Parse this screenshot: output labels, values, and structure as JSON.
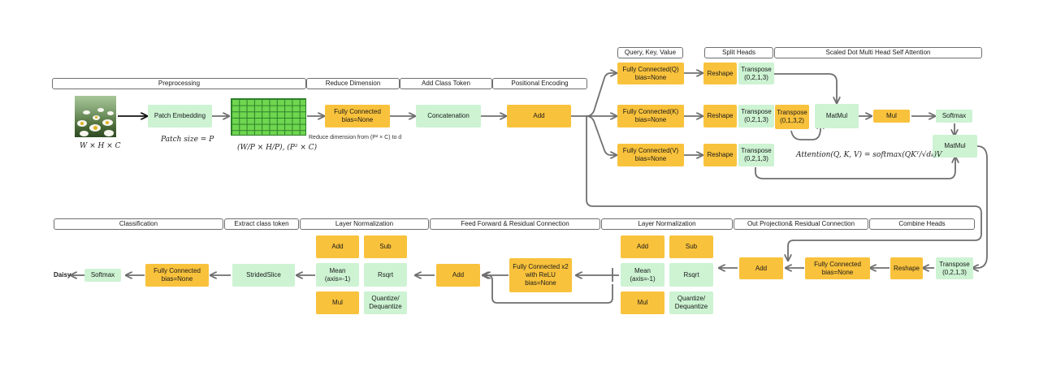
{
  "sections": {
    "preprocessing": "Preprocessing",
    "reduce_dimension": "Reduce Dimension",
    "add_class_token": "Add Class Token",
    "positional_encoding": "Positional Encoding",
    "qkv": "Query, Key, Value",
    "split_heads": "Split Heads",
    "sdmhsa": "Scaled Dot Multi Head Self Attention",
    "classification": "Classification",
    "extract_class_token": "Extract class token",
    "layer_norm_2": "Layer Normalization",
    "ffn_residual": "Feed Forward & Residual Connection",
    "layer_norm_1": "Layer Normalization",
    "out_projection": "Out Projection& Residual Connection",
    "combine_heads": "Combine Heads"
  },
  "nodes": {
    "patch_embedding": "Patch Embedding",
    "fc_reduce": "Fully Connected\nbias=None",
    "concatenation": "Concatenation",
    "add_pos": "Add",
    "fc_q": "Fully Connected(Q)\nbias=None",
    "fc_k": "Fully Connected(K)\nbias=None",
    "fc_v": "Fully Connected(V)\nbias=None",
    "reshape_q": "Reshape",
    "reshape_k": "Reshape",
    "reshape_v": "Reshape",
    "transpose_q": "Transpose\n(0,2,1,3)",
    "transpose_k": "Transpose\n(0,2,1,3)",
    "transpose_v": "Transpose\n(0,2,1,3)",
    "transpose_kt": "Transpose\n(0,1,3,2)",
    "matmul_qk": "MatMul",
    "mul": "Mul",
    "softmax_attn": "Softmax",
    "matmul_v": "MatMul",
    "transpose_combine": "Transpose\n(0,2,1,3)",
    "reshape_combine": "Reshape",
    "fc_out": "Fully Connected\nbias=None",
    "add_out": "Add",
    "ln1_add": "Add",
    "ln1_sub": "Sub",
    "ln1_mean": "Mean\n(axis=-1)",
    "ln1_rsqrt": "Rsqrt",
    "ln1_mul": "Mul",
    "ln1_quant": "Quantize/\nDequantize",
    "fc_ffn": "Fully Connected x2\nwith ReLU\nbias=None",
    "add_ffn": "Add",
    "ln2_add": "Add",
    "ln2_sub": "Sub",
    "ln2_mean": "Mean\n(axis=-1)",
    "ln2_rsqrt": "Rsqrt",
    "ln2_mul": "Mul",
    "ln2_quant": "Quantize/\nDequantize",
    "strided_slice": "StridedSlice",
    "fc_cls": "Fully Connected\nbias=None",
    "softmax_cls": "Softmax"
  },
  "annotations": {
    "input_shape": "W × H × C",
    "patch_size": "Patch size = P",
    "patch_shape": "(W/P × H/P), (P² × C)",
    "reduce_note": "Reduce dimension from (P² × C) to d",
    "attention_formula": "Attention(Q, K, V) = softmax(QKᵀ/√dₖ)V",
    "output_label": "Daisy"
  },
  "colors": {
    "op": "#f9c23c",
    "tensor_op": "#cdf3d3",
    "wire": "#6f6f6f"
  },
  "icons": {
    "input_image": "daisy-field-photo",
    "patch_grid": "patch-grid"
  }
}
